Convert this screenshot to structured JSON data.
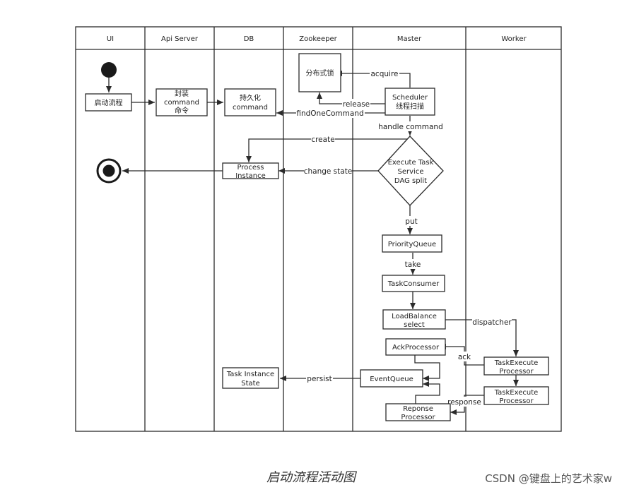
{
  "lanes": [
    "UI",
    "Api Server",
    "DB",
    "Zookeeper",
    "Master",
    "Worker"
  ],
  "nodes": {
    "start_flow": "启动流程",
    "encapsulate_command": [
      "封装",
      "command",
      "命令"
    ],
    "persist_command": [
      "持久化",
      "command"
    ],
    "distributed_lock": "分布式锁",
    "scheduler": [
      "Scheduler",
      "线程扫描"
    ],
    "execute_task": [
      "Execute Task",
      "Service",
      "DAG split"
    ],
    "process_instance": [
      "Process",
      "Instance"
    ],
    "priority_queue": "PriorityQueue",
    "task_consumer": "TaskConsumer",
    "load_balance": [
      "LoadBalance",
      "select"
    ],
    "ack_processor": "AckProcessor",
    "task_instance_state": [
      "Task Instance",
      "State"
    ],
    "event_queue": "EventQueue",
    "reponse_processor": [
      "Reponse",
      "Processor"
    ],
    "task_execute_processor_1": [
      "TaskExecute",
      "Processor"
    ],
    "task_execute_processor_2": [
      "TaskExecute",
      "Processor"
    ]
  },
  "edges": {
    "acquire": "acquire",
    "release": "release",
    "find_one_command": "findOneCommand",
    "handle_command": "handle command",
    "create": "create",
    "change_state": "change state",
    "put": "put",
    "take": "take",
    "dispatcher": "dispatcher",
    "ack": "ack",
    "persist": "persist",
    "response": "response"
  },
  "caption": "启动流程活动图",
  "watermark": "CSDN @键盘上的艺术家w"
}
